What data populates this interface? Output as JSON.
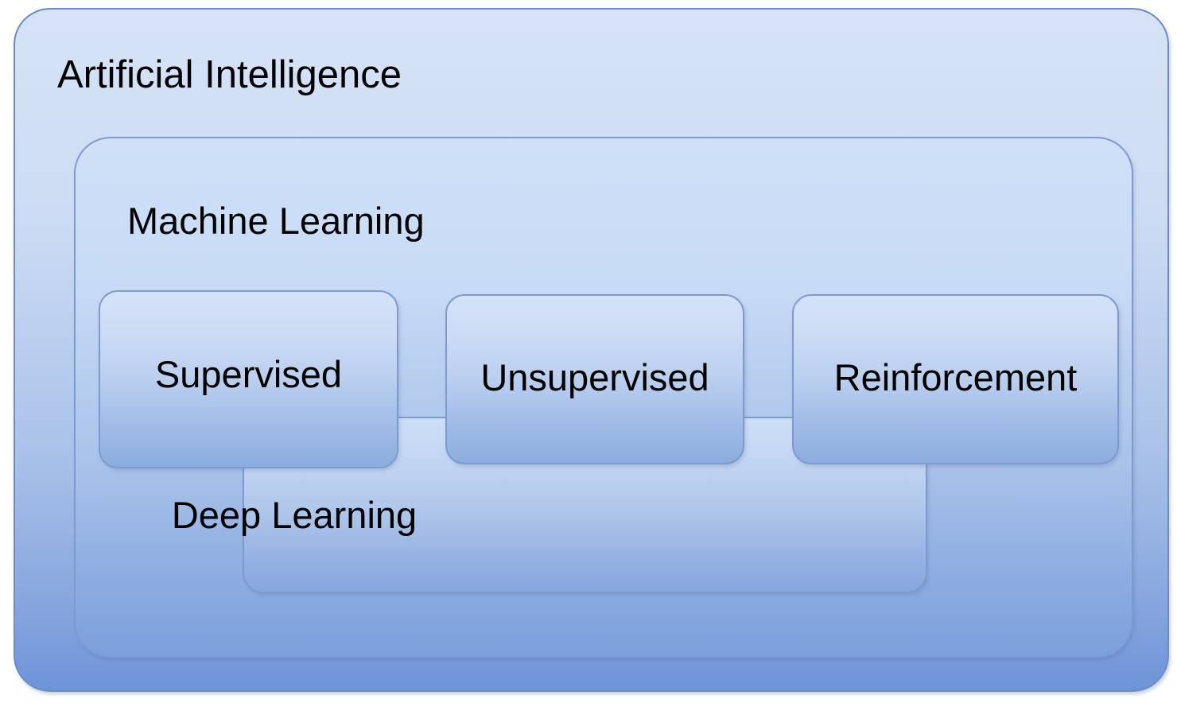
{
  "diagram": {
    "title": "Artificial Intelligence nested concepts diagram",
    "type": "nested-containment",
    "outer": {
      "label": "Artificial Intelligence",
      "fill_top": "#d6e3f7",
      "fill_bottom": "#6e93d8",
      "stroke": "#6b8cc4"
    },
    "middle": {
      "label": "Machine Learning",
      "fill_top": "#cfe0f8",
      "fill_bottom": "#7ba0dc",
      "stroke": "#7d9bd0"
    },
    "categories": [
      {
        "label": "Supervised",
        "fill_top": "#d4e2f9",
        "fill_bottom": "#8badde",
        "stroke": "#7d9bd0"
      },
      {
        "label": "Unsupervised",
        "fill_top": "#d4e2f9",
        "fill_bottom": "#8badde",
        "stroke": "#7d9bd0"
      },
      {
        "label": "Reinforcement",
        "fill_top": "#d4e2f9",
        "fill_bottom": "#8badde",
        "stroke": "#7d9bd0"
      }
    ],
    "overlay": {
      "label": "Deep Learning",
      "fill_top": "#cddef7",
      "fill_bottom": "#87a6de",
      "stroke": "#7d9bd0"
    },
    "text_color": "#000000",
    "background": "#ffffff"
  }
}
